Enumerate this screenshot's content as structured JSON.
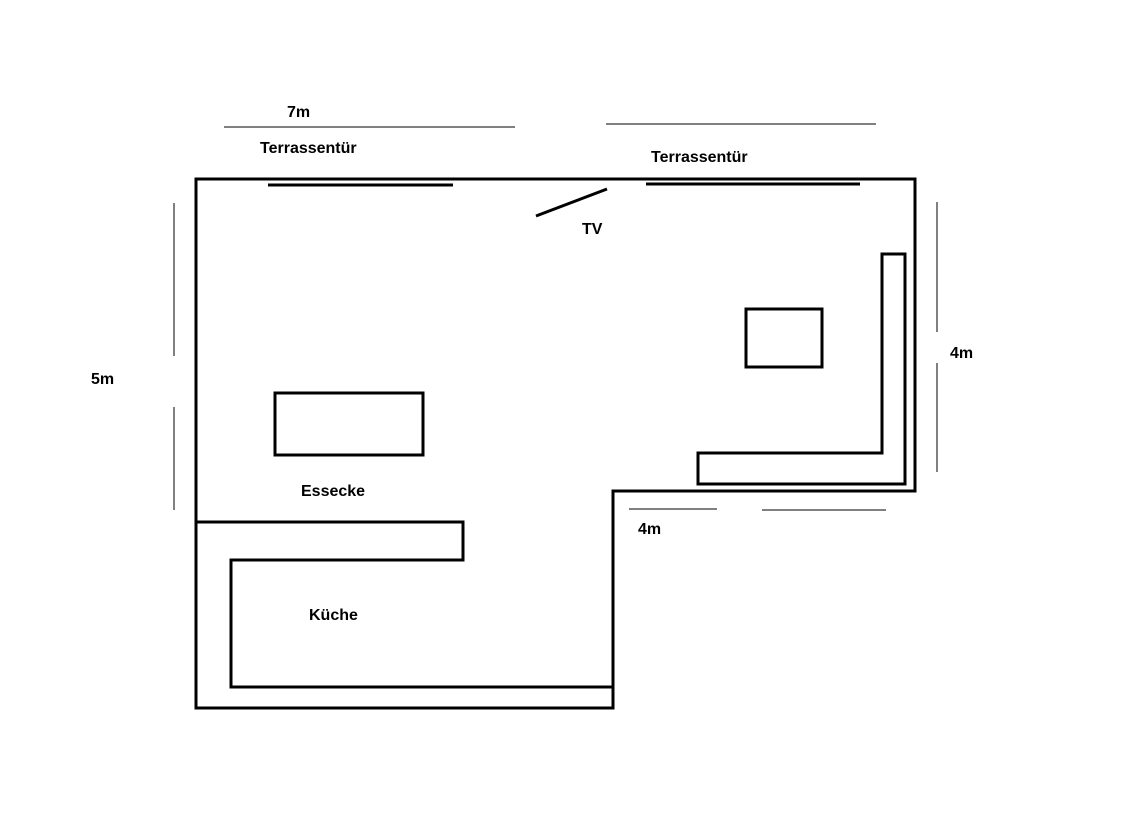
{
  "plan": {
    "dimensions": {
      "top_width": "7m",
      "left_height": "5m",
      "right_height": "4m",
      "bottom_right_width": "4m"
    },
    "doors": {
      "left": "Terrassentür",
      "right": "Terrassentür"
    },
    "rooms": {
      "dining": "Essecke",
      "kitchen": "Küche"
    },
    "fixtures": {
      "tv": "TV"
    }
  }
}
